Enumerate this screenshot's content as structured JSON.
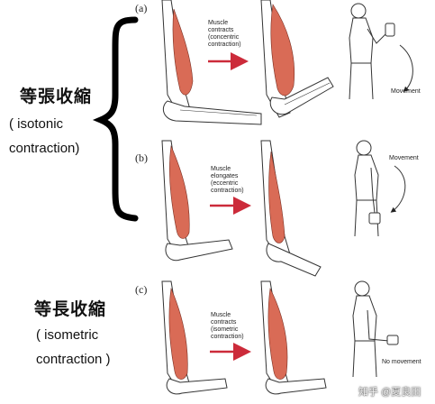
{
  "left_labels": {
    "isotonic_zh": "等張收縮",
    "isotonic_en": "( isotonic\ncontraction)",
    "isometric_zh": "等長收縮",
    "isometric_en": "( isometric\ncontraction )"
  },
  "panels": [
    {
      "letter": "(a)",
      "caption": "Muscle\ncontracts\n(concentric\ncontraction)",
      "movement": "Movement"
    },
    {
      "letter": "(b)",
      "caption": "Muscle\nelongates\n(eccentric\ncontraction)",
      "movement": "Movement"
    },
    {
      "letter": "(c)",
      "caption": "Muscle\ncontracts\n(isometric\ncontraction)",
      "movement": "No movement"
    }
  ],
  "watermark": "知乎 @夏良田",
  "colors": {
    "muscle": "#d96b56",
    "arrow": "#cc2b3a",
    "bone": "#ffffff",
    "outline": "#333333"
  }
}
